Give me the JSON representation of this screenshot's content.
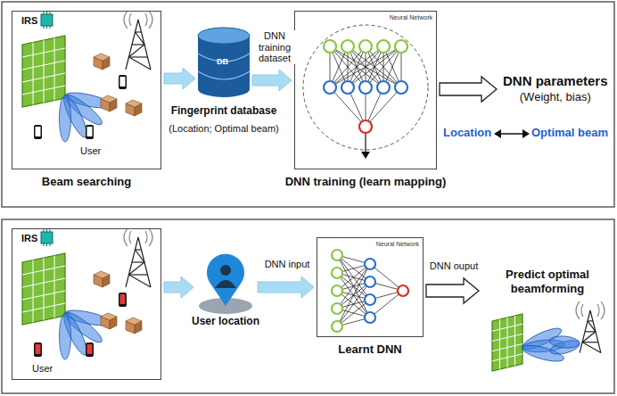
{
  "diagram": {
    "nodes": [
      {
        "text": [
          "IRS",
          "User",
          "Beam searching"
        ]
      },
      {
        "text": [
          "Fingerprint database",
          "(Location; Optimal beam)"
        ]
      },
      {
        "text": [
          "Neural Network",
          "DNN training (learn mapping)"
        ]
      },
      {
        "text": [
          "DNN parameters",
          "(Weight, bias)"
        ]
      },
      {
        "text": [
          "IRS",
          "User"
        ]
      },
      {
        "text": [
          "User location"
        ]
      },
      {
        "text": [
          "Neural Network",
          "Learnt DNN"
        ]
      },
      {
        "text": [
          "Predict optimal beamforming"
        ]
      }
    ],
    "edges": [
      {
        "from": 0,
        "to": 1,
        "arrow": "to"
      },
      {
        "from": 1,
        "to": 2,
        "label": "DNN training dataset",
        "arrow": "to"
      },
      {
        "from": 2,
        "to": 3,
        "arrow": "to"
      },
      {
        "from": 4,
        "to": 5,
        "arrow": "to"
      },
      {
        "from": 5,
        "to": 6,
        "label": "DNN input",
        "arrow": "to"
      },
      {
        "from": 6,
        "to": 7,
        "label": "DNN ouput",
        "arrow": "to"
      }
    ],
    "labels": [
      "DB",
      "Location",
      "Optimal beam"
    ]
  }
}
